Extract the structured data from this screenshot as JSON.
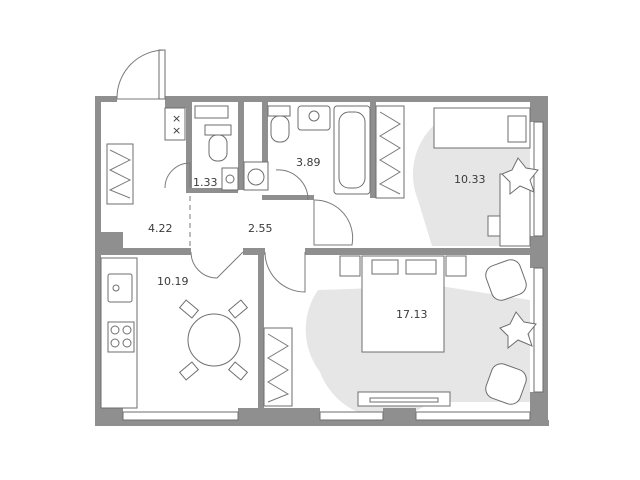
{
  "floorplan": {
    "rooms": [
      {
        "id": "hall",
        "area": "4.22"
      },
      {
        "id": "toilet",
        "area": "1.33"
      },
      {
        "id": "bathroom",
        "area": "3.89"
      },
      {
        "id": "bedroom",
        "area": "10.33"
      },
      {
        "id": "corridor",
        "area": "2.55"
      },
      {
        "id": "kitchen",
        "area": "10.19"
      },
      {
        "id": "living-room",
        "area": "17.13"
      }
    ]
  },
  "colors": {
    "wall": "#8f8f8f",
    "sunlight": "#e6e6e6",
    "text": "#3a3a3a"
  }
}
